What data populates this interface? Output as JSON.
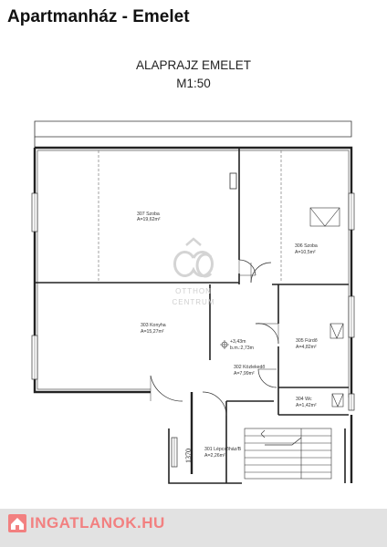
{
  "header": {
    "title": "Apartmanház - Emelet"
  },
  "plan": {
    "title_line1": "ALAPRAJZ EMELET",
    "title_line2": "M1:50",
    "rooms": [
      {
        "number": "307 Szoba",
        "area": "A=19,62m²"
      },
      {
        "number": "306 Szoba",
        "area": "A=10,5m²"
      },
      {
        "number": "303 Konyha",
        "area": "A=15,27m²"
      },
      {
        "number": "305 Fürdő",
        "area": "A=4,82m²"
      },
      {
        "number": "302 Közlekedő",
        "area": "A=7,99m²"
      },
      {
        "number": "304 Wc",
        "area": "A=1,42m²"
      },
      {
        "number": "301 Lépcsőház/B",
        "area": "A=2,26m²"
      }
    ],
    "level_mark": {
      "height": "+3,43m",
      "ceiling": "b.m.:2,73m"
    },
    "dimension": "1370",
    "watermark": {
      "line1": "OTTHON",
      "line2": "CENTRUM"
    }
  },
  "footer": {
    "brand": "INGATLANOK.HU",
    "brand_color": "#f28080"
  }
}
